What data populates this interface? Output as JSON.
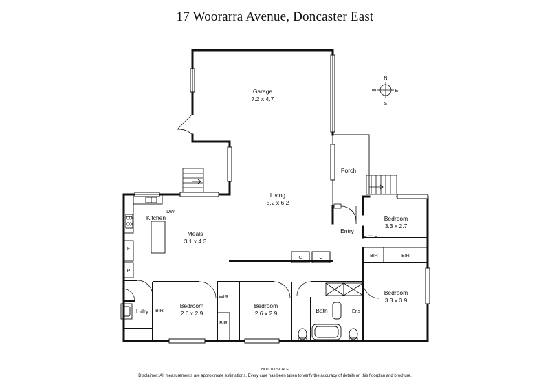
{
  "title": "17 Woorarra Avenue, Doncaster East",
  "rooms": {
    "garage": {
      "name": "Garage",
      "dims": "7.2 x 4.7"
    },
    "porch": {
      "name": "Porch"
    },
    "living": {
      "name": "Living",
      "dims": "5.2 x 6.2"
    },
    "kitchen": {
      "name": "Kitchen"
    },
    "meals": {
      "name": "Meals",
      "dims": "3.1 x 4.3"
    },
    "entry": {
      "name": "Entry"
    },
    "bedroom_ne": {
      "name": "Bedroom",
      "dims": "3.3 x 2.7"
    },
    "bedroom_se": {
      "name": "Bedroom",
      "dims": "3.3 x 3.9"
    },
    "bedroom_w": {
      "name": "Bedroom",
      "dims": "2.6 x 2.9"
    },
    "bedroom_mid": {
      "name": "Bedroom",
      "dims": "2.6 x 2.9"
    },
    "laundry": {
      "name": "L'dry"
    },
    "bath": {
      "name": "Bath"
    },
    "ensuite": {
      "name": "Ens"
    }
  },
  "labels": {
    "dw": "DW",
    "fridge": "F",
    "pantry": "P",
    "bir": "BIR",
    "wir": "WIR",
    "cupboard": "C"
  },
  "compass": {
    "n": "N",
    "e": "E",
    "s": "S",
    "w": "W"
  },
  "footer": {
    "scale_note": "NOT TO SCALE",
    "disclaimer": "Disclaimer: All measurements are approximate estimations. Every care has been taken to verify the accuracy of details on this floorplan and brochure."
  }
}
